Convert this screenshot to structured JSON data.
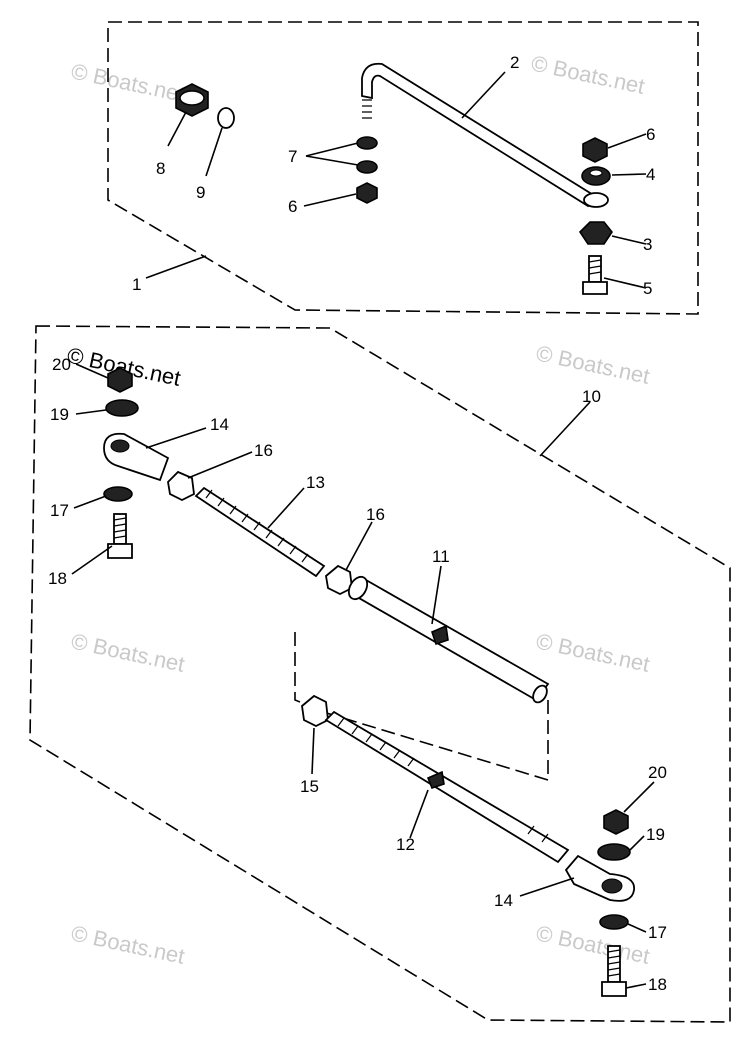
{
  "watermark": "© Boats.net",
  "watermark_dark": "© Boats.net",
  "callouts": {
    "c1": "1",
    "c2": "2",
    "c3": "3",
    "c4": "4",
    "c5": "5",
    "c6a": "6",
    "c6b": "6",
    "c7": "7",
    "c8": "8",
    "c9": "9",
    "c10": "10",
    "c11": "11",
    "c12": "12",
    "c13": "13",
    "c14a": "14",
    "c14b": "14",
    "c15": "15",
    "c16a": "16",
    "c16b": "16",
    "c17a": "17",
    "c17b": "17",
    "c18a": "18",
    "c18b": "18",
    "c19a": "19",
    "c19b": "19",
    "c20a": "20",
    "c20b": "20"
  }
}
